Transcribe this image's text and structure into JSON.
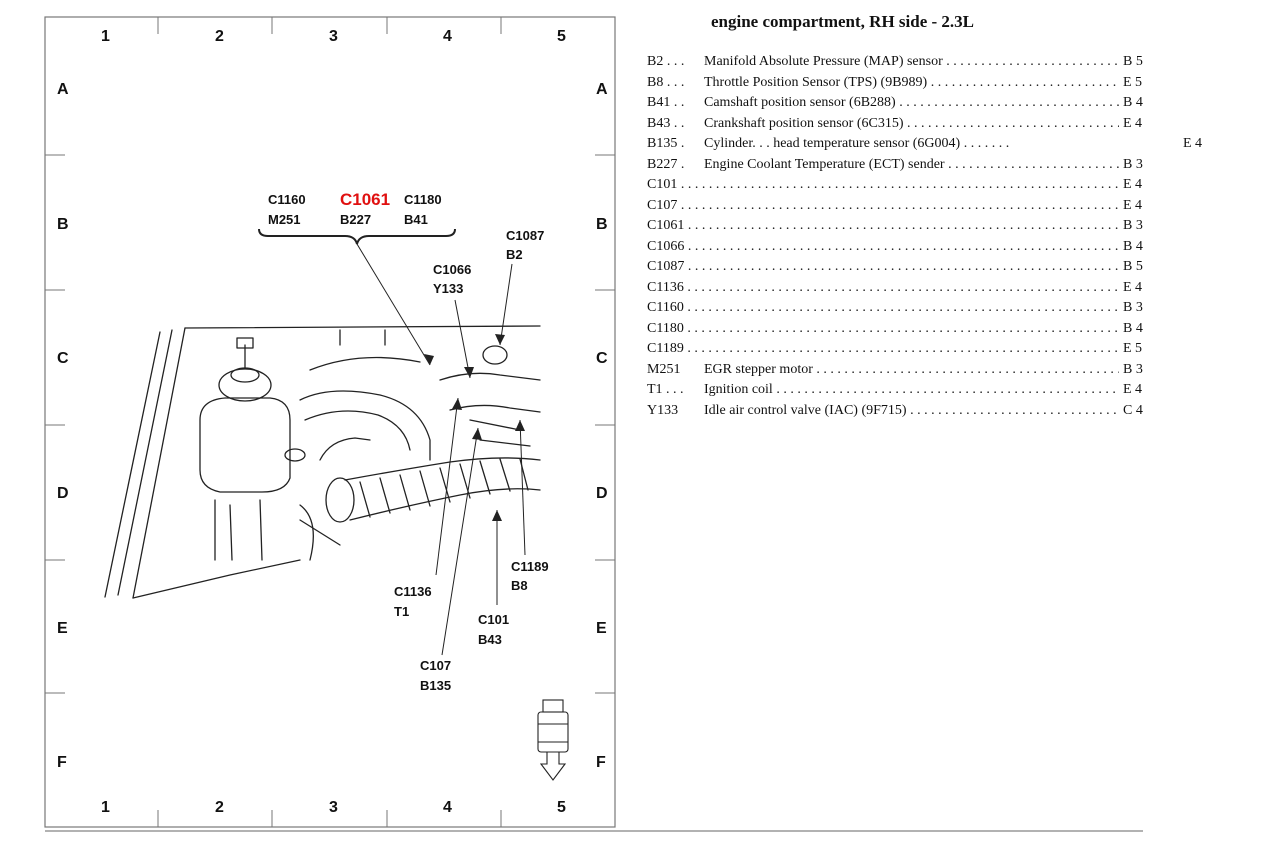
{
  "grid": {
    "columns": [
      "1",
      "2",
      "3",
      "4",
      "5"
    ],
    "rows": [
      "A",
      "B",
      "C",
      "D",
      "E",
      "F"
    ]
  },
  "callouts": {
    "c1160": "C1160",
    "m251": "M251",
    "c1061": "C1061",
    "b227": "B227",
    "c1180": "C1180",
    "b41": "B41",
    "c1087": "C1087",
    "b2": "B2",
    "c1066": "C1066",
    "y133": "Y133",
    "c1136": "C1136",
    "t1": "T1",
    "c107": "C107",
    "b135": "B135",
    "c101": "C101",
    "b43": "B43",
    "c1189": "C1189",
    "b8": "B8"
  },
  "colors": {
    "highlight": "#e01010",
    "ink": "#111111"
  },
  "legend": {
    "title": "engine compartment, RH side - 2.3L",
    "items": [
      {
        "code": "B2 . . .",
        "desc": "Manifold Absolute Pressure (MAP) sensor",
        "loc": "B 5"
      },
      {
        "code": "B8 . . .",
        "desc": "Throttle Position Sensor (TPS) (9B989)",
        "loc": "E 5"
      },
      {
        "code": "B41 . .",
        "desc": "Camshaft position sensor (6B288)",
        "loc": "B 4"
      },
      {
        "code": "B43 . .",
        "desc": "Crankshaft position sensor (6C315)",
        "loc": "E 4"
      },
      {
        "code": "B135 .",
        "desc": "Cylinder. . . head temperature sensor (6G004) . . . . . . .",
        "loc": "E 4"
      },
      {
        "code": "B227 .",
        "desc": "Engine Coolant Temperature (ECT) sender",
        "loc": "B 3"
      },
      {
        "code": "C101",
        "desc": "",
        "loc": "E 4"
      },
      {
        "code": "C107",
        "desc": "",
        "loc": "E 4"
      },
      {
        "code": "C1061",
        "desc": "",
        "loc": "B 3"
      },
      {
        "code": "C1066",
        "desc": "",
        "loc": "B 4"
      },
      {
        "code": "C1087",
        "desc": "",
        "loc": "B 5"
      },
      {
        "code": "C1136",
        "desc": "",
        "loc": "E 4"
      },
      {
        "code": "C1160",
        "desc": "",
        "loc": "B 3"
      },
      {
        "code": "C1180",
        "desc": "",
        "loc": "B 4"
      },
      {
        "code": "C1189",
        "desc": "",
        "loc": "E 5"
      },
      {
        "code": "M251",
        "desc": "EGR stepper motor",
        "loc": "B 3"
      },
      {
        "code": "T1 . . .",
        "desc": "Ignition coil",
        "loc": "E 4"
      },
      {
        "code": "Y133",
        "desc": "Idle air control valve (IAC) (9F715)",
        "loc": "C 4"
      }
    ]
  }
}
